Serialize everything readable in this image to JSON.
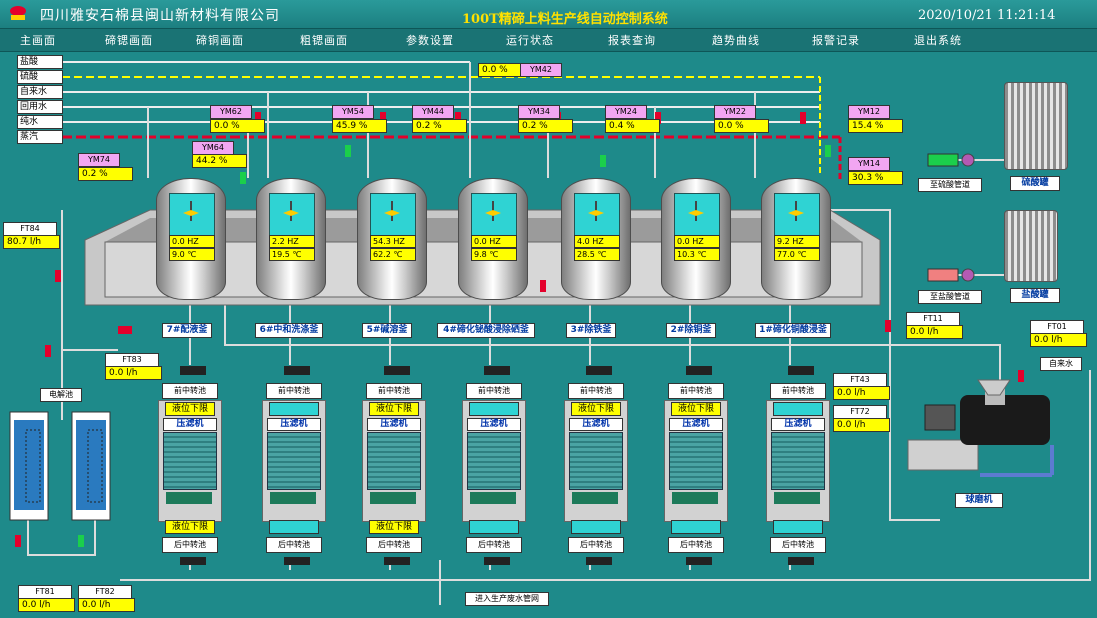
{
  "header": {
    "company": "四川雅安石棉县闽山新材料有限公司",
    "title": "100T精碲上料生产线自动控制系统",
    "datetime": "2020/10/21  11:21:14"
  },
  "nav": [
    "主画面",
    "碲锶画面",
    "碲铜画面",
    "粗锶画面",
    "参数设置",
    "运行状态",
    "报表查询",
    "趋势曲线",
    "报警记录",
    "退出系统"
  ],
  "inputs": [
    "盐酸",
    "硫酸",
    "自来水",
    "回用水",
    "纯水",
    "蒸汽"
  ],
  "valves": [
    {
      "tag": "YM42",
      "val": "0.0  %"
    },
    {
      "tag": "YM62",
      "val": "0.0  %"
    },
    {
      "tag": "YM54",
      "val": "45.9  %"
    },
    {
      "tag": "YM44",
      "val": "0.2  %"
    },
    {
      "tag": "YM34",
      "val": "0.2  %"
    },
    {
      "tag": "YM24",
      "val": "0.4  %"
    },
    {
      "tag": "YM22",
      "val": "0.0  %"
    },
    {
      "tag": "YM12",
      "val": "15.4  %"
    },
    {
      "tag": "YM64",
      "val": "44.2  %"
    },
    {
      "tag": "YM74",
      "val": "0.2  %"
    },
    {
      "tag": "YM14",
      "val": "30.3  %"
    }
  ],
  "flows": [
    {
      "tag": "FT84",
      "val": "80.7  l/h"
    },
    {
      "tag": "FT83",
      "val": "0.0   l/h"
    },
    {
      "tag": "FT11",
      "val": "0.0   l/h"
    },
    {
      "tag": "FT01",
      "val": "0.0   l/h"
    },
    {
      "tag": "FT43",
      "val": "0.0   l/h"
    },
    {
      "tag": "FT72",
      "val": "0.0   l/h"
    },
    {
      "tag": "FT81",
      "val": "0.0   l/h"
    },
    {
      "tag": "FT82",
      "val": "0.0   l/h"
    }
  ],
  "tanks": [
    {
      "name": "7#配液釜",
      "hz": "0.0  HZ",
      "temp": "9.0  ℃"
    },
    {
      "name": "6#中和洗涤釜",
      "hz": "2.2  HZ",
      "temp": "19.5 ℃"
    },
    {
      "name": "5#碱溶釜",
      "hz": "54.3 HZ",
      "temp": "62.2 ℃"
    },
    {
      "name": "4#碲化铋酸浸除硒釜",
      "hz": "0.0  HZ",
      "temp": "9.8  ℃"
    },
    {
      "name": "3#除铁釜",
      "hz": "4.0  HZ",
      "temp": "28.5 ℃"
    },
    {
      "name": "2#除铜釜",
      "hz": "0.0  HZ",
      "temp": "10.3 ℃"
    },
    {
      "name": "1#碲化铜酸浸釜",
      "hz": "9.2  HZ",
      "temp": "77.0 ℃"
    }
  ],
  "filters": {
    "front": "前中转池",
    "back": "后中转池",
    "low": "液位下限",
    "press": "压滤机",
    "lowTop": [
      true,
      false,
      true,
      false,
      true,
      true,
      false
    ],
    "lowBottom": [
      true,
      false,
      true,
      false,
      false,
      false,
      false
    ]
  },
  "side": {
    "electrolysis": "电解池",
    "sulfuric_tank": "硫酸罐",
    "hcl_tank": "盐酸罐",
    "sulfuric_pipe": "至硫酸管道",
    "hcl_pipe": "至盐酸管道",
    "tap_water": "自来水",
    "ball_mill": "球磨机",
    "waste": "进入生产废水管网"
  },
  "colors": {
    "background": "#1e8a8a",
    "steam": "#e4002b",
    "acid": "#ffff00",
    "valve_open": "#1bcf4b",
    "valve_closed": "#e4002b"
  }
}
